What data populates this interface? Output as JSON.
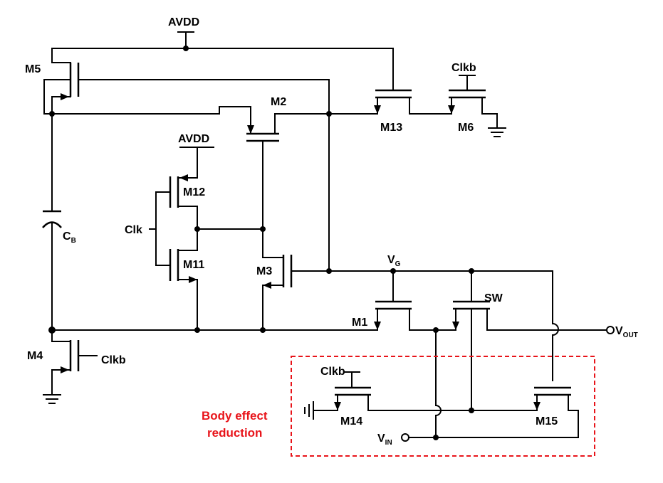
{
  "labels": {
    "avdd_top": "AVDD",
    "avdd_mid": "AVDD",
    "m5": "M5",
    "m2": "M2",
    "m13": "M13",
    "m6": "M6",
    "clkb_m6": "Clkb",
    "m12": "M12",
    "clk": "Clk",
    "m11": "M11",
    "cb": "C",
    "cb_sub": "B",
    "m3": "M3",
    "vg": "V",
    "vg_sub": "G",
    "sw": "SW",
    "m1": "M1",
    "vout": "V",
    "vout_sub": "OUT",
    "m4": "M4",
    "clkb_m4": "Clkb",
    "clkb_m14": "Clkb",
    "m14": "M14",
    "m15": "M15",
    "vin": "V",
    "vin_sub": "IN",
    "body_line1": "Body effect",
    "body_line2": "reduction"
  },
  "colors": {
    "wire": "#000000",
    "highlight": "#e8141a",
    "background": "#ffffff"
  }
}
